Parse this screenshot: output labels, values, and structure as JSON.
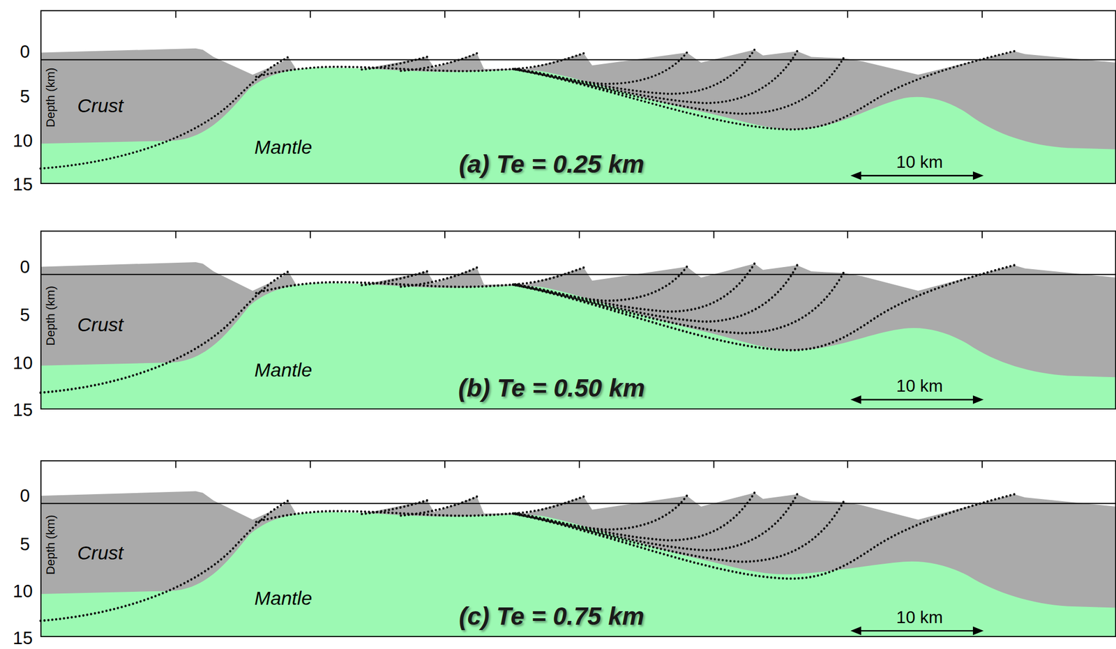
{
  "diagram": {
    "labels": [
      "0",
      "5",
      "10",
      "15",
      "Depth (km)",
      "Crust",
      "Mantle",
      "(a) Te = 0.25 km",
      "10 km",
      "0",
      "5",
      "10",
      "15",
      "Depth (km)",
      "Crust",
      "Mantle",
      "(b) Te = 0.50 km",
      "10 km",
      "0",
      "5",
      "10",
      "15",
      "Depth (km)",
      "Crust",
      "Mantle",
      "(c) Te = 0.75 km",
      "10 km"
    ]
  }
}
